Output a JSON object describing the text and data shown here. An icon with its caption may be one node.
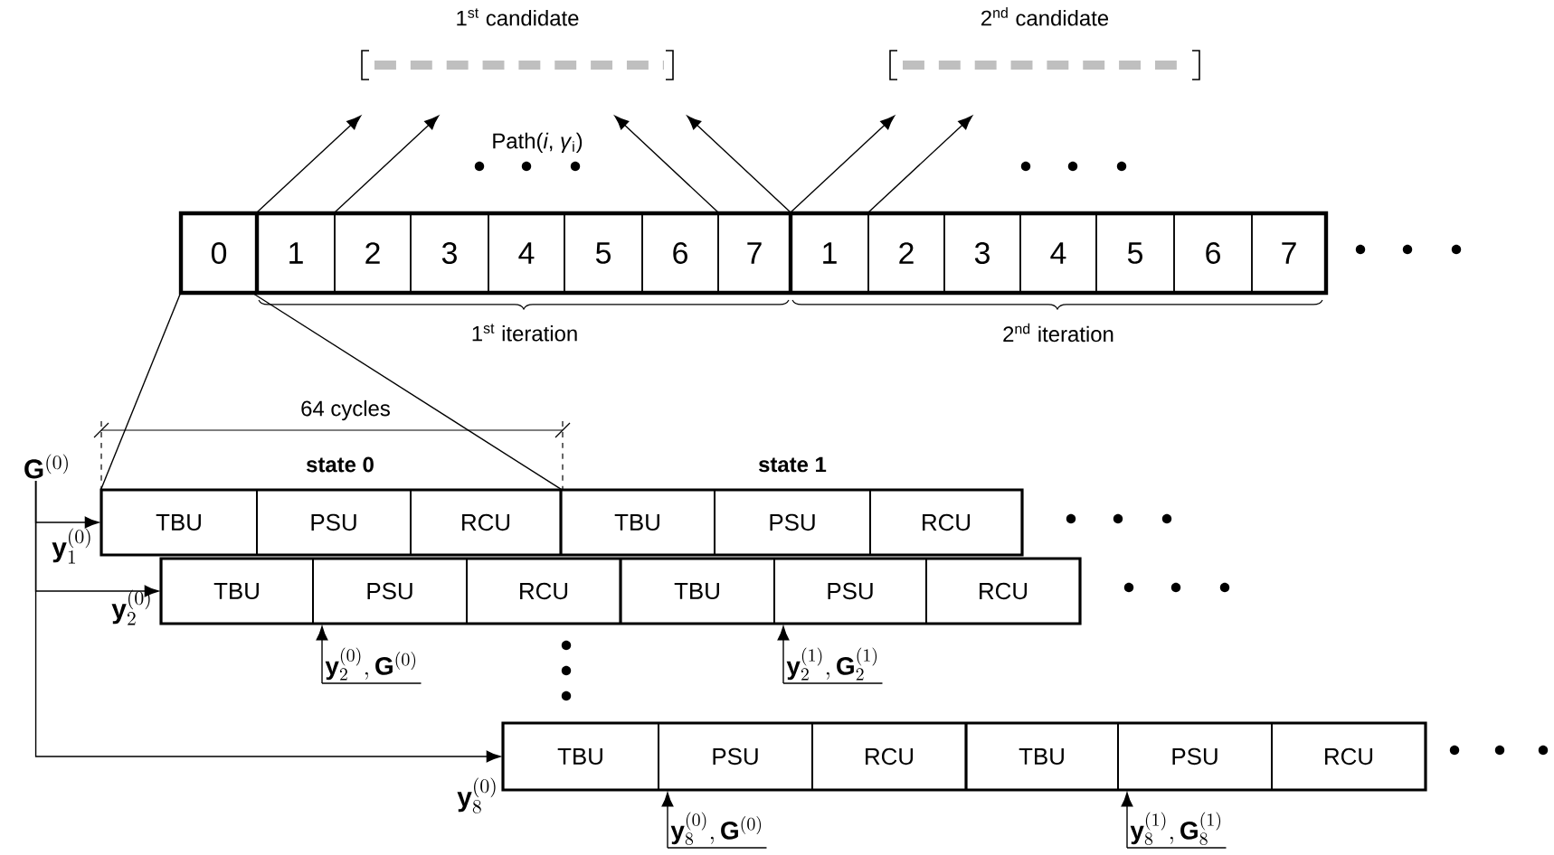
{
  "diagram": {
    "nodes": [
      {
        "text": [
          "0"
        ]
      },
      {
        "text": [
          "1"
        ]
      },
      {
        "text": [
          "2"
        ]
      },
      {
        "text": [
          "3"
        ]
      },
      {
        "text": [
          "4"
        ]
      },
      {
        "text": [
          "5"
        ]
      },
      {
        "text": [
          "6"
        ]
      },
      {
        "text": [
          "7"
        ]
      },
      {
        "text": [
          "1"
        ]
      },
      {
        "text": [
          "2"
        ]
      },
      {
        "text": [
          "3"
        ]
      },
      {
        "text": [
          "4"
        ]
      },
      {
        "text": [
          "5"
        ]
      },
      {
        "text": [
          "6"
        ]
      },
      {
        "text": [
          "7"
        ]
      },
      {
        "text": [
          "1$^{st}$ candidate"
        ]
      },
      {
        "text": [
          "2$^{nd}$ candidate"
        ]
      },
      {
        "text": [
          "\\mathbf{G}^{(0)}"
        ]
      },
      {
        "text": [
          "TBU"
        ]
      },
      {
        "text": [
          "PSU"
        ]
      },
      {
        "text": [
          "RCU"
        ]
      },
      {
        "text": [
          "TBU"
        ]
      },
      {
        "text": [
          "PSU"
        ]
      },
      {
        "text": [
          "RCU"
        ]
      },
      {
        "text": [
          "TBU"
        ]
      },
      {
        "text": [
          "PSU"
        ]
      },
      {
        "text": [
          "RCU"
        ]
      },
      {
        "text": [
          "TBU"
        ]
      },
      {
        "text": [
          "PSU"
        ]
      },
      {
        "text": [
          "RCU"
        ]
      },
      {
        "text": [
          "TBU"
        ]
      },
      {
        "text": [
          "PSU"
        ]
      },
      {
        "text": [
          "RCU"
        ]
      },
      {
        "text": [
          "TBU"
        ]
      },
      {
        "text": [
          "PSU"
        ]
      },
      {
        "text": [
          "RCU"
        ]
      },
      {
        "text": [
          "\\mathbf{y}_2^{(0)},\\mathbf{G}^{(0)}"
        ]
      },
      {
        "text": [
          "\\mathbf{y}_2^{(1)},\\mathbf{G}_2^{(1)}"
        ]
      },
      {
        "text": [
          "\\mathbf{y}_8^{(0)},\\mathbf{G}^{(0)}"
        ]
      },
      {
        "text": [
          "\\mathbf{y}_8^{(1)},\\mathbf{G}_8^{(1)}"
        ]
      }
    ],
    "edges": [
      {
        "from": 1,
        "to": 15,
        "arrow": "to"
      },
      {
        "from": 2,
        "to": 15,
        "arrow": "to"
      },
      {
        "from": 6,
        "to": 15,
        "arrow": "to"
      },
      {
        "from": 7,
        "to": 15,
        "arrow": "to"
      },
      {
        "from": 8,
        "to": 16,
        "arrow": "to"
      },
      {
        "from": 9,
        "to": 16,
        "arrow": "to"
      },
      {
        "from": 0,
        "to": 18,
        "arrow": "none"
      },
      {
        "from": 0,
        "to": 20,
        "arrow": "none"
      },
      {
        "from": 17,
        "to": 18,
        "arrow": "to"
      },
      {
        "from": 17,
        "to": 24,
        "arrow": "to"
      },
      {
        "from": 17,
        "to": 30,
        "arrow": "to"
      },
      {
        "from": 36,
        "to": 25,
        "arrow": "to"
      },
      {
        "from": 37,
        "to": 28,
        "arrow": "to"
      },
      {
        "from": 38,
        "to": 31,
        "arrow": "to"
      },
      {
        "from": 39,
        "to": 34,
        "arrow": "to"
      }
    ],
    "labels": [
      "Path(*i*, *γ*$_{i}$)",
      "1$^{st}$ iteration",
      "2$^{nd}$ iteration",
      "64 cycles",
      "state 0",
      "state 1",
      "\\mathbf{y}_1^{(0)}",
      "\\mathbf{y}_2^{(0)}",
      "\\mathbf{y}_8^{(0)}"
    ]
  }
}
